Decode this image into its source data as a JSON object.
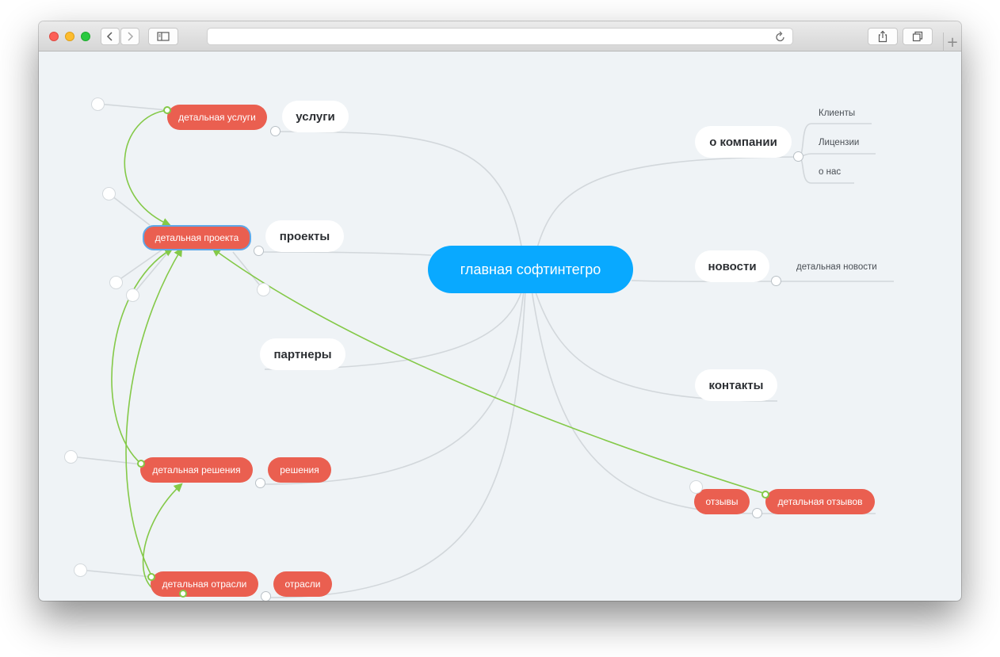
{
  "browser": {
    "address_value": "",
    "new_tab_label": "+"
  },
  "mindmap": {
    "central": "главная софтинтегро",
    "right": {
      "about": "о компании",
      "about_children": [
        "Клиенты",
        "Лицензии",
        "о нас"
      ],
      "news": "новости",
      "news_detail": "детальная новости",
      "contacts": "контакты",
      "reviews": "отзывы",
      "reviews_detail": "детальная отзывов"
    },
    "left": {
      "services": "услуги",
      "services_detail": "детальная услуги",
      "projects": "проекты",
      "projects_detail": "детальная проекта",
      "partners": "партнеры",
      "solutions": "решения",
      "solutions_detail": "детальная решения",
      "industries": "отрасли",
      "industries_detail": "детальная отрасли"
    }
  },
  "colors": {
    "central": "#09a9ff",
    "detail_node": "#ea5f50",
    "link_line": "#d2d7db",
    "relation_arrow": "#84c948",
    "selection": "#5fa8e8",
    "canvas": "#eff3f6"
  }
}
